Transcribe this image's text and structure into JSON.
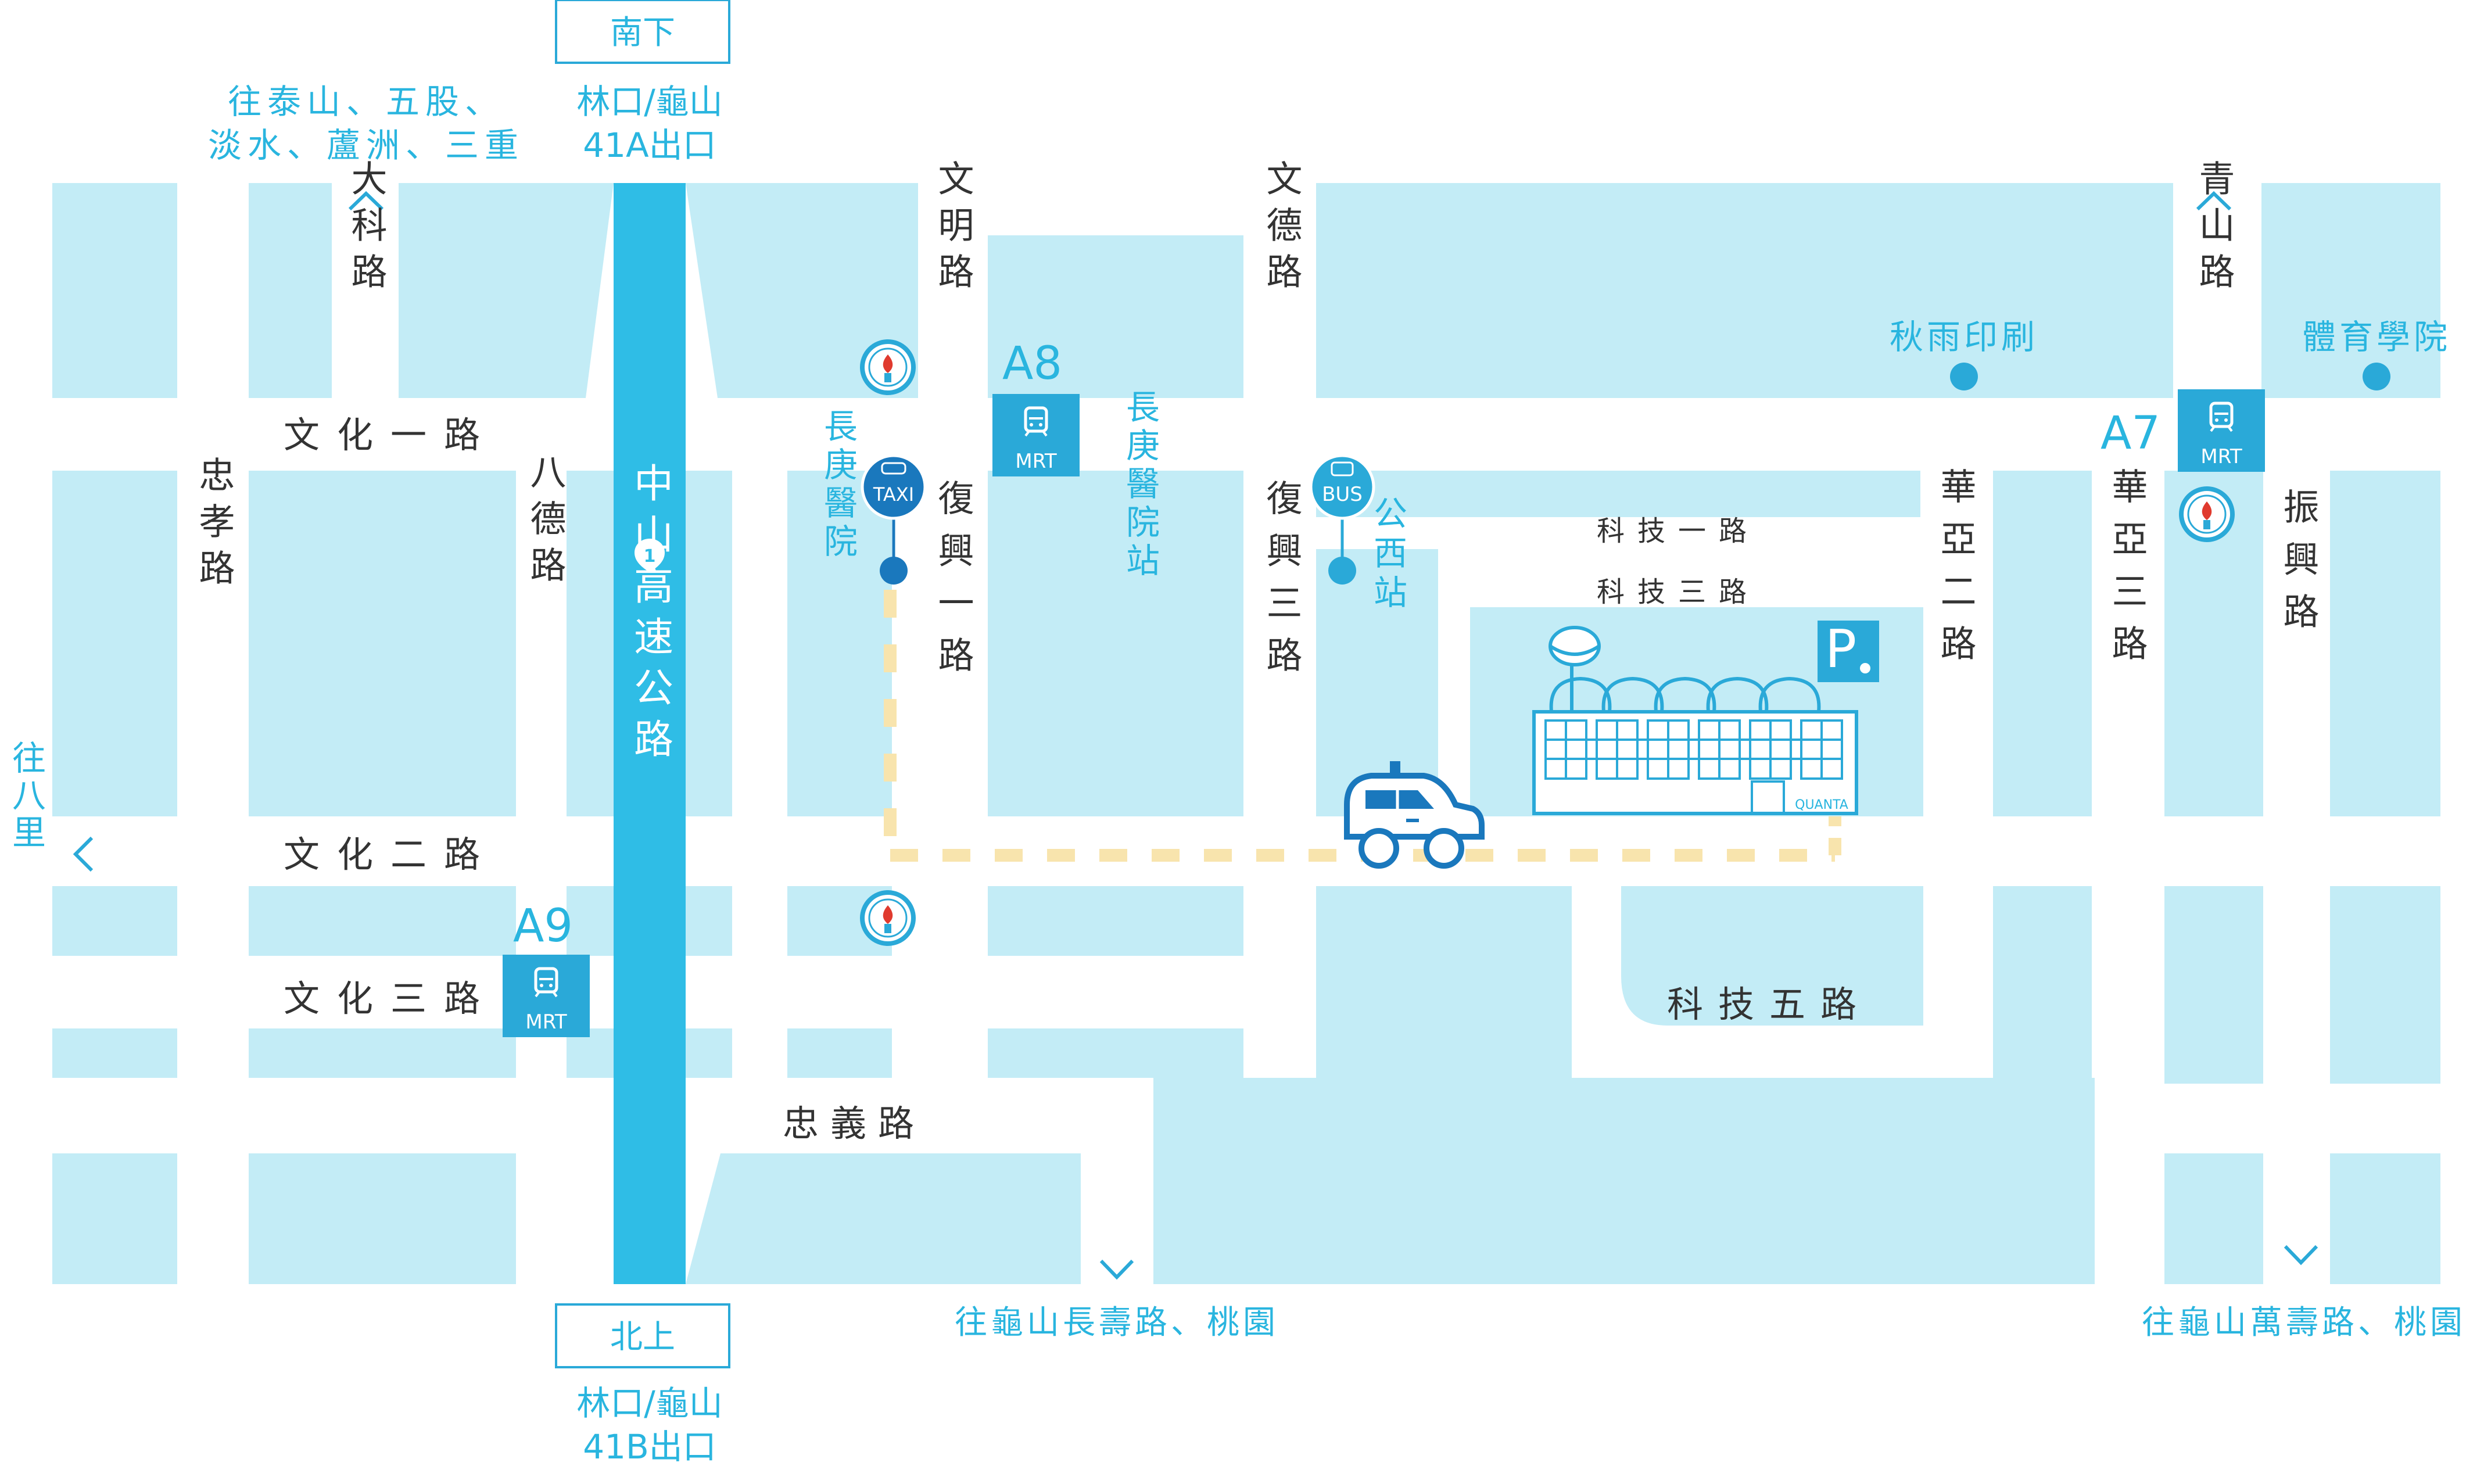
{
  "colors": {
    "block": "#c3ecf6",
    "accent": "#29b5df",
    "expressway": "#2fbde6",
    "route": "#f8e4ad",
    "text": "#333333",
    "car": "#1a78bd"
  },
  "directions": {
    "south_box": "南下",
    "south_exit_line1": "林口/龜山",
    "south_exit_line2": "41A出口",
    "north_box": "北上",
    "north_exit_line1": "林口/龜山",
    "north_exit_line2": "41B出口",
    "taishan_line1": "往泰山、五股、",
    "taishan_line2": "淡水、蘆洲、三重",
    "bali": "往八里",
    "changshou": "往龜山長壽路、桃園",
    "wanshou": "往龜山萬壽路、桃園"
  },
  "roads": {
    "dake": "大科路",
    "zhongxiao": "忠孝路",
    "bade": "八德路",
    "expressway": "中山高速公路",
    "expressway_no": "1",
    "wenming": "文明路",
    "wende": "文德路",
    "qingshan": "青山路",
    "wenhua1": "文化一路",
    "wenhua2": "文化二路",
    "wenhua3": "文化三路",
    "fuxing1": "復興一路",
    "fuxing3": "復興三路",
    "huaya2": "華亞二路",
    "huaya3": "華亞三路",
    "zhenxing": "振興路",
    "keji1": "科技一路",
    "keji3": "科技三路",
    "keji5": "科技五路",
    "zhongyi": "忠義路"
  },
  "stations": {
    "a7": "A7",
    "a8": "A8",
    "a9": "A9",
    "mrt": "MRT",
    "chang_gung_station": "長庚醫院站",
    "chang_gung_hospital": "長庚醫院",
    "gongxi": "公西站",
    "taxi": "TAXI",
    "bus": "BUS"
  },
  "landmarks": {
    "qiuyu": "秋雨印刷",
    "sport_college": "體育學院",
    "parking": "P",
    "quanta": "QUANTA"
  },
  "icons": [
    "station-icon",
    "taxi-icon",
    "bus-icon",
    "parking-icon",
    "car-icon",
    "gas-station-icon",
    "building-icon",
    "expressway-shield-icon",
    "arrow-up-icon",
    "arrow-down-icon",
    "arrow-left-icon"
  ]
}
